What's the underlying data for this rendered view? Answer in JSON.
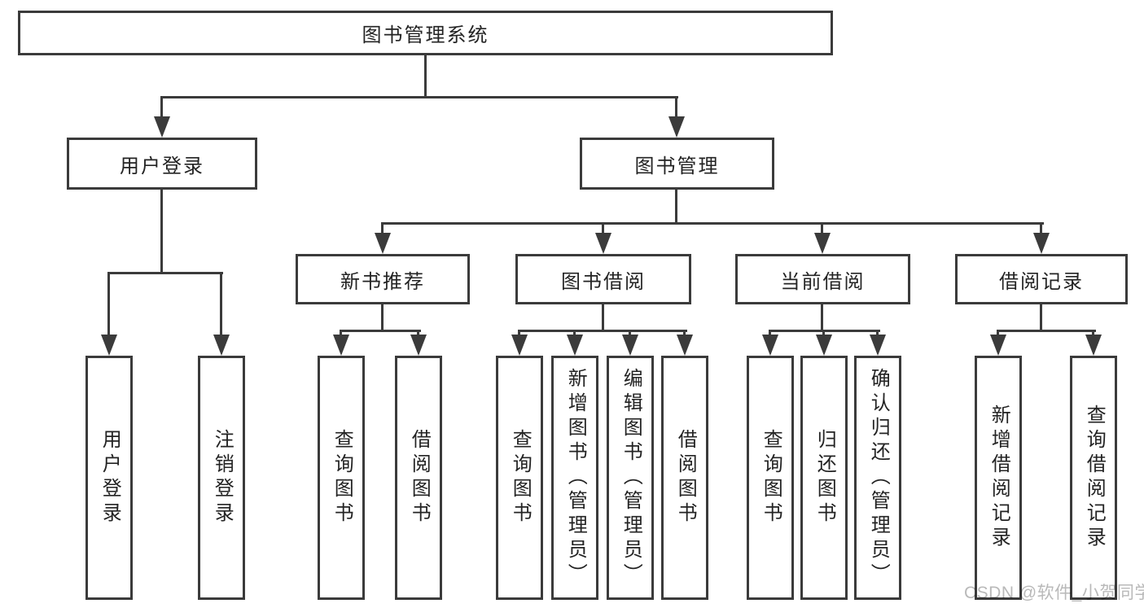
{
  "tree": {
    "root": {
      "label": "图书管理系统"
    },
    "branches": [
      {
        "label": "用户登录",
        "children": [
          {
            "label": "用户登录"
          },
          {
            "label": "注销登录"
          }
        ]
      },
      {
        "label": "图书管理",
        "children": [
          {
            "label": "新书推荐",
            "children": [
              {
                "label": "查询图书"
              },
              {
                "label": "借阅图书"
              }
            ]
          },
          {
            "label": "图书借阅",
            "children": [
              {
                "label": "查询图书"
              },
              {
                "label": "新增图书（管理员）"
              },
              {
                "label": "编辑图书（管理员）"
              },
              {
                "label": "借阅图书"
              }
            ]
          },
          {
            "label": "当前借阅",
            "children": [
              {
                "label": "查询图书"
              },
              {
                "label": "归还图书"
              },
              {
                "label": "确认归还（管理员）"
              }
            ]
          },
          {
            "label": "借阅记录",
            "children": [
              {
                "label": "新增借阅记录"
              },
              {
                "label": "查询借阅记录"
              }
            ]
          }
        ]
      }
    ]
  },
  "watermark": "CSDN @软件_小贺同学",
  "colors": {
    "line": "#3b3b3b",
    "text": "#232323",
    "watermark": "#b9b9b9",
    "background": "#ffffff"
  }
}
